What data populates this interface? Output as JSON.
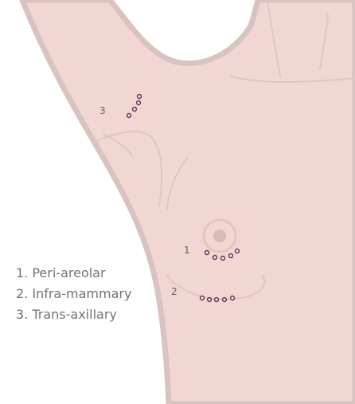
{
  "colors": {
    "skin": "#f2d6d1",
    "outline": "#d8c3c0",
    "contour": "#ddc7c4",
    "areola": "#e6c5c0",
    "nipple": "#dbb8b3",
    "incision": "#6f3a5e"
  },
  "markers": {
    "periareolar": "1",
    "inframammary": "2",
    "transaxillary": "3"
  },
  "legend": {
    "periareolar": "1. Peri-areolar",
    "inframammary": "2. Infra-mammary",
    "transaxillary": "3. Trans-axillary"
  }
}
